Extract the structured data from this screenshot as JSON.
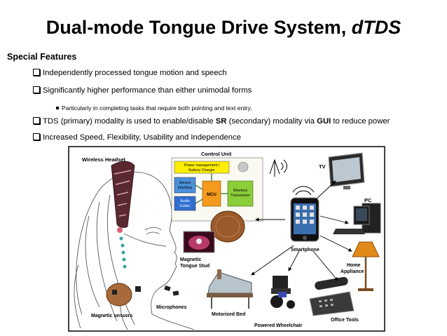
{
  "slide": {
    "title_main": "Dual-mode Tongue Drive System, ",
    "title_italic": "dTDS",
    "section_heading": "Special Features",
    "bullets": [
      {
        "parts": [
          {
            "text": "Independently processed tongue motion and speech",
            "bold": false
          }
        ]
      },
      {
        "parts": [
          {
            "text": "Significantly higher performance than either unimodal forms",
            "bold": false
          }
        ]
      },
      {
        "parts": [
          {
            "text": "TDS (primary) modality is used to enable/disable ",
            "bold": false
          },
          {
            "text": "SR",
            "bold": true
          },
          {
            "text": " (secondary) modality via ",
            "bold": false
          },
          {
            "text": "GUI",
            "bold": true
          },
          {
            "text": " to reduce power",
            "bold": false
          }
        ]
      },
      {
        "parts": [
          {
            "text": "Increased Speed, Flexibility, Usability and Independence",
            "bold": false
          }
        ]
      }
    ],
    "sub_bullet": "Particularly in completing tasks that require both pointing and text entry."
  },
  "diagram": {
    "labels": {
      "wireless_headset": "Wireless Headset",
      "control_unit": "Control Unit",
      "power_management": "Power management /",
      "battery_charger": "Battery Charger",
      "sensor_interface_1": "Sensor",
      "sensor_interface_2": "Interface",
      "mcu": "MCU",
      "wireless_1": "Wireless",
      "wireless_2": "Transceiver",
      "audio_1": "Audio",
      "audio_2": "Codec",
      "tv": "TV",
      "pc": "PC",
      "smartphone": "Smartphone",
      "home_1": "Home",
      "home_2": "Appliance",
      "tongue_stud_1": "Magnetic",
      "tongue_stud_2": "Tongue Stud",
      "microphones": "Microphones",
      "magnetic_sensors": "Magnetic sensors",
      "motorized_bed": "Motorized Bed",
      "powered_wheelchair": "Powered Wheelchair",
      "office_tools": "Office Tools"
    },
    "colors": {
      "frame": "#000000",
      "control_panel": "#fafaf2",
      "power_box": "#ffee00",
      "sensor_box": "#4a90d9",
      "audio_box": "#2f6fd0",
      "mcu_box": "#f59a1c",
      "wireless_box": "#8ccd3a"
    }
  }
}
